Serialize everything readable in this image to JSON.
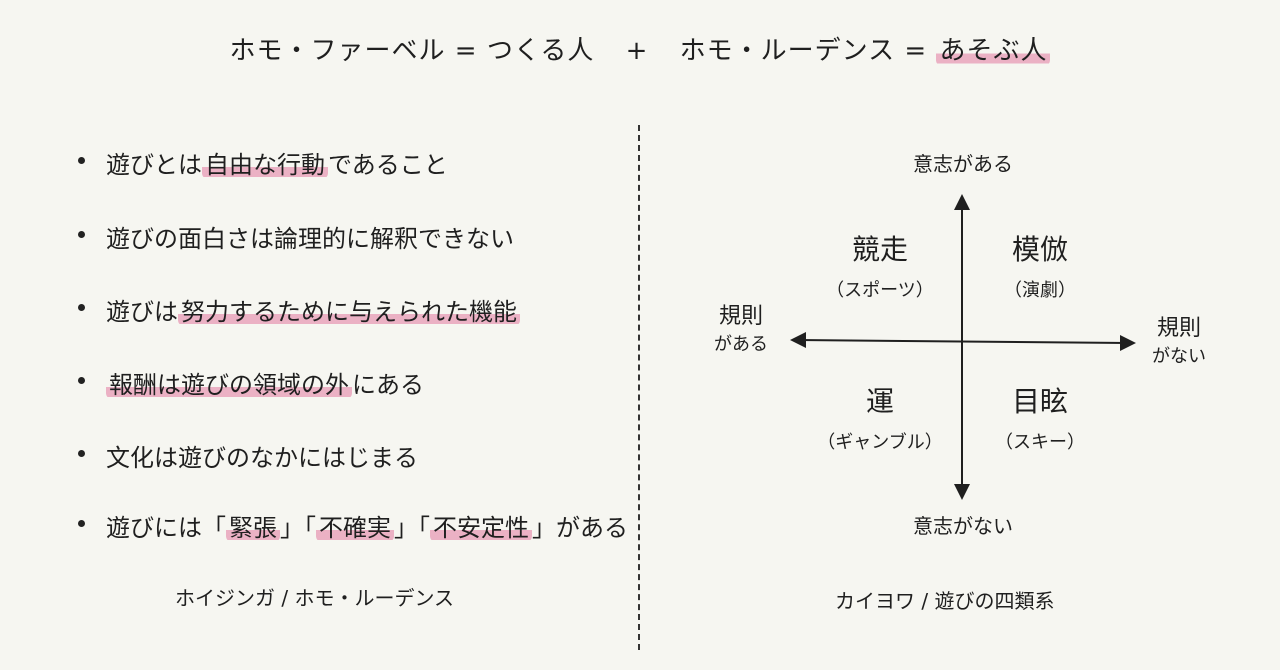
{
  "header": {
    "left_term": "ホモ・ファーベル",
    "left_eq": "=",
    "left_meaning": "つくる人",
    "plus": "+",
    "right_term": "ホモ・ルーデンス",
    "right_eq": "=",
    "right_meaning": "あそぶ人"
  },
  "bullets": [
    {
      "pre": "遊びとは",
      "hl": "自由な行動",
      "post": "であること"
    },
    {
      "pre": "遊びの面白さは論理的に解釈できない",
      "hl": "",
      "post": ""
    },
    {
      "pre": "遊びは",
      "hl": "努力するために与えられた機能",
      "post": ""
    },
    {
      "pre": "",
      "hl": "報酬は遊びの領域の外",
      "post": "にある"
    },
    {
      "pre": "文化は遊びのなかにはじまる",
      "hl": "",
      "post": ""
    },
    {
      "pre": "遊びには",
      "parts": [
        "「",
        "緊張",
        "」「",
        "不確実",
        "」「",
        "不安定性",
        "」"
      ],
      "post": "がある"
    }
  ],
  "caption_left": "ホイジンガ / ホモ・ルーデンス",
  "caption_right": "カイヨワ / 遊びの四類系",
  "diagram": {
    "top": "意志がある",
    "bottom": "意志がない",
    "left_line1": "規則",
    "left_line2": "がある",
    "right_line1": "規則",
    "right_line2": "がない",
    "quadrants": {
      "tl": {
        "title": "競走",
        "sub": "（スポーツ）"
      },
      "tr": {
        "title": "模倣",
        "sub": "（演劇）"
      },
      "bl": {
        "title": "運",
        "sub": "（ギャンブル）"
      },
      "br": {
        "title": "目眩",
        "sub": "（スキー）"
      }
    }
  },
  "colors": {
    "highlight": "#e278a0",
    "ink": "#1f1f1f",
    "background": "#f6f6f1"
  }
}
